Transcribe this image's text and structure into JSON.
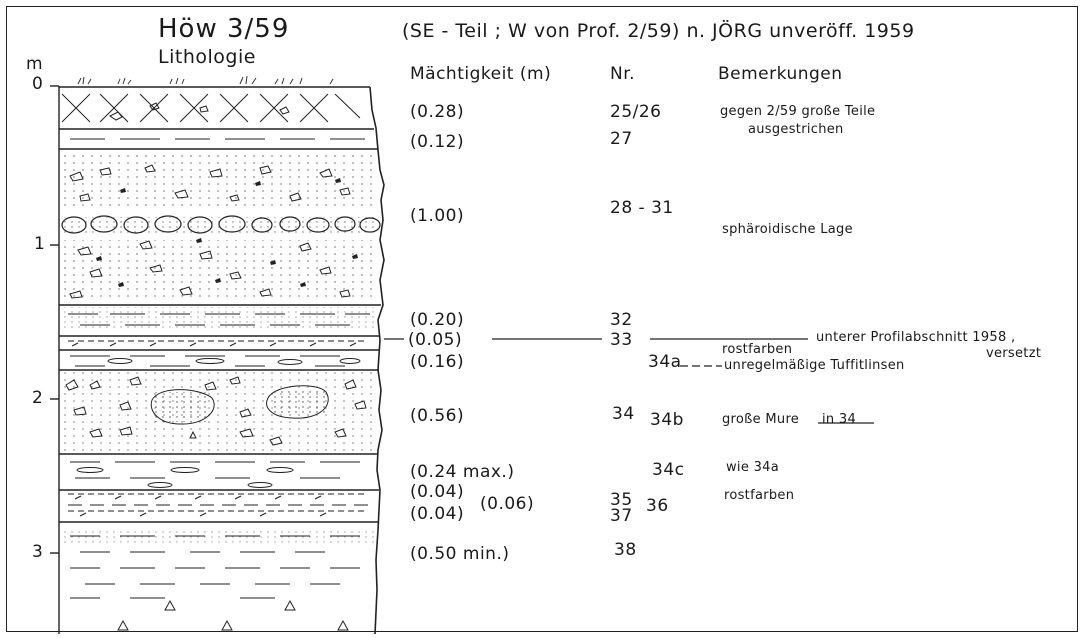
{
  "title": "Höw 3/59",
  "subtitle": "(SE - Teil ; W von Prof. 2/59) n. JÖRG unveröff. 1959",
  "column_headers": {
    "lithology": "Lithologie",
    "thickness": "Mächtigkeit (m)",
    "number": "Nr.",
    "remarks": "Bemerkungen"
  },
  "axis": {
    "unit": "m",
    "ticks": [
      "0",
      "1",
      "2",
      "3"
    ]
  },
  "layers": [
    {
      "thickness": "(0.28)",
      "nr": "25/26",
      "remark_1": "gegen 2/59 große Teile",
      "remark_2": "ausgestrichen"
    },
    {
      "thickness": "(0.12)",
      "nr": "27"
    },
    {
      "thickness": "(1.00)",
      "nr": "28 - 31",
      "remark_1": "sphäroidische Lage"
    },
    {
      "thickness": "(0.20)",
      "nr": "32"
    },
    {
      "thickness": "(0.05)",
      "nr": "33",
      "remark_1": "unterer Profilabschnitt 1958 ,",
      "remark_2": "versetzt",
      "remark_3": "rostfarben"
    },
    {
      "thickness": "(0.16)",
      "nr": "34a",
      "remark_1": "unregelmäßige Tuffitlinsen"
    },
    {
      "thickness": "(0.56)",
      "nr": "34",
      "nr_2": "34b",
      "remark_1": "große Mure",
      "remark_2": "in 34"
    },
    {
      "thickness": "(0.24 max.)",
      "nr": "34c",
      "remark_1": "wie 34a"
    },
    {
      "thickness": "(0.04)",
      "combined": "(0.06)",
      "nr": "35",
      "nr_2": "36",
      "remark_1": "rostfarben"
    },
    {
      "thickness": "(0.04)",
      "nr": "37"
    },
    {
      "thickness": "(0.50 min.)",
      "nr": "38"
    }
  ]
}
